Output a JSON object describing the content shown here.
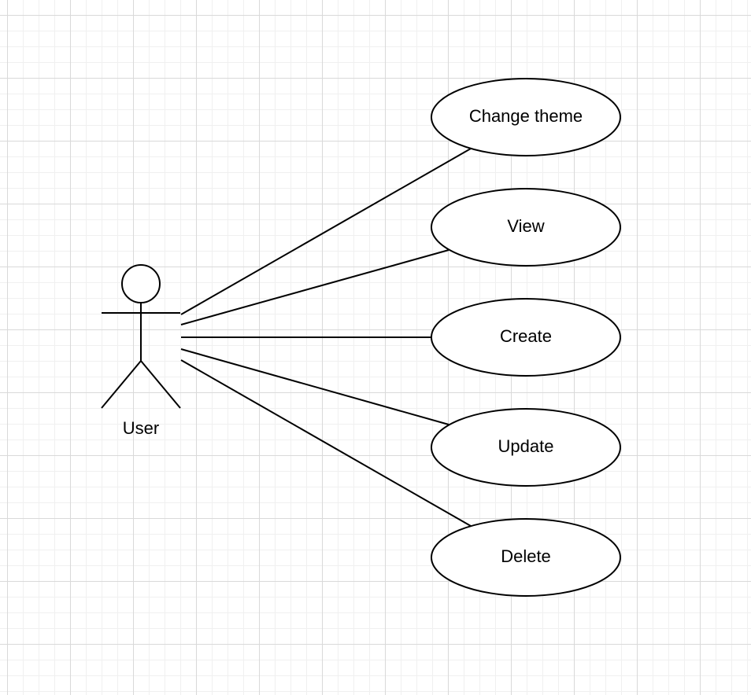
{
  "diagram": {
    "actor": {
      "label": "User"
    },
    "use_cases": [
      {
        "label": "Change theme"
      },
      {
        "label": "View"
      },
      {
        "label": "Create"
      },
      {
        "label": "Update"
      },
      {
        "label": "Delete"
      }
    ],
    "colors": {
      "stroke": "#000000",
      "fill": "#ffffff",
      "grid_major": "#d9d9d9",
      "grid_minor": "#f0f0f0"
    }
  }
}
